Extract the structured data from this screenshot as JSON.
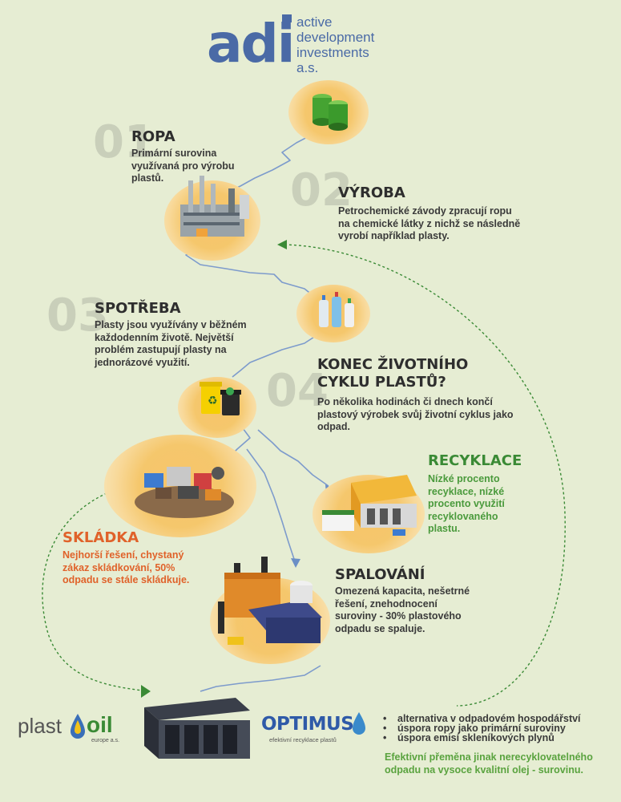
{
  "logo": {
    "mark": "adi",
    "text_lines": [
      "active",
      "development",
      "investments a.s."
    ]
  },
  "steps": [
    {
      "num": "01",
      "title": "ROPA",
      "desc": "Primární surovina využívaná pro výrobu plastů."
    },
    {
      "num": "02",
      "title": "VÝROBA",
      "desc": "Petrochemické závody zpracují ropu na chemické látky z nichž se následně vyrobí například plasty."
    },
    {
      "num": "03",
      "title": "SPOTŘEBA",
      "desc": "Plasty jsou využívány v běžném každodenním životě. Největší problém zastupují plasty na jednorázové využití."
    },
    {
      "num": "04",
      "title_line1": "KONEC ŽIVOTNÍHO",
      "title_line2": "CYKLU PLASTŮ?",
      "desc": "Po několika hodinách či dnech končí plastový výrobek svůj životní cyklus jako odpad."
    }
  ],
  "recyklace": {
    "title": "RECYKLACE",
    "desc": "Nízké procento recyklace, nízké procento využití recyklovaného plastu."
  },
  "skladka": {
    "title": "SKLÁDKA",
    "desc": "Nejhorší řešení, chystaný zákaz skládkování, 50% odpadu se stále skládkuje."
  },
  "spalovani": {
    "title": "SPALOVÁNÍ",
    "desc": "Omezená kapacita, nešetrné řešení, znehodnocení suroviny - 30% plastového odpadu se spaluje."
  },
  "plastoil": {
    "name_plast": "plast",
    "name_oil": "oil",
    "sub": "europe a.s."
  },
  "optimus": {
    "name": "OPTIMUS",
    "sub": "efektivní recyklace plastů"
  },
  "bullets": [
    "alternativa v odpadovém hospodářství",
    "úspora ropy jako primární suroviny",
    "úspora emisí skleníkových plynů"
  ],
  "bottom_note": "Efektivní přeměna jinak nerecyklovatelného odpadu na vysoce kvalitní olej - surovinu.",
  "colors": {
    "background": "#e6edd3",
    "adi_blue": "#4a6aa6",
    "green": "#3a8a35",
    "orange": "#e0622a",
    "path_blue": "#6b8fc6",
    "optimus_blue": "#2f5aa8"
  }
}
